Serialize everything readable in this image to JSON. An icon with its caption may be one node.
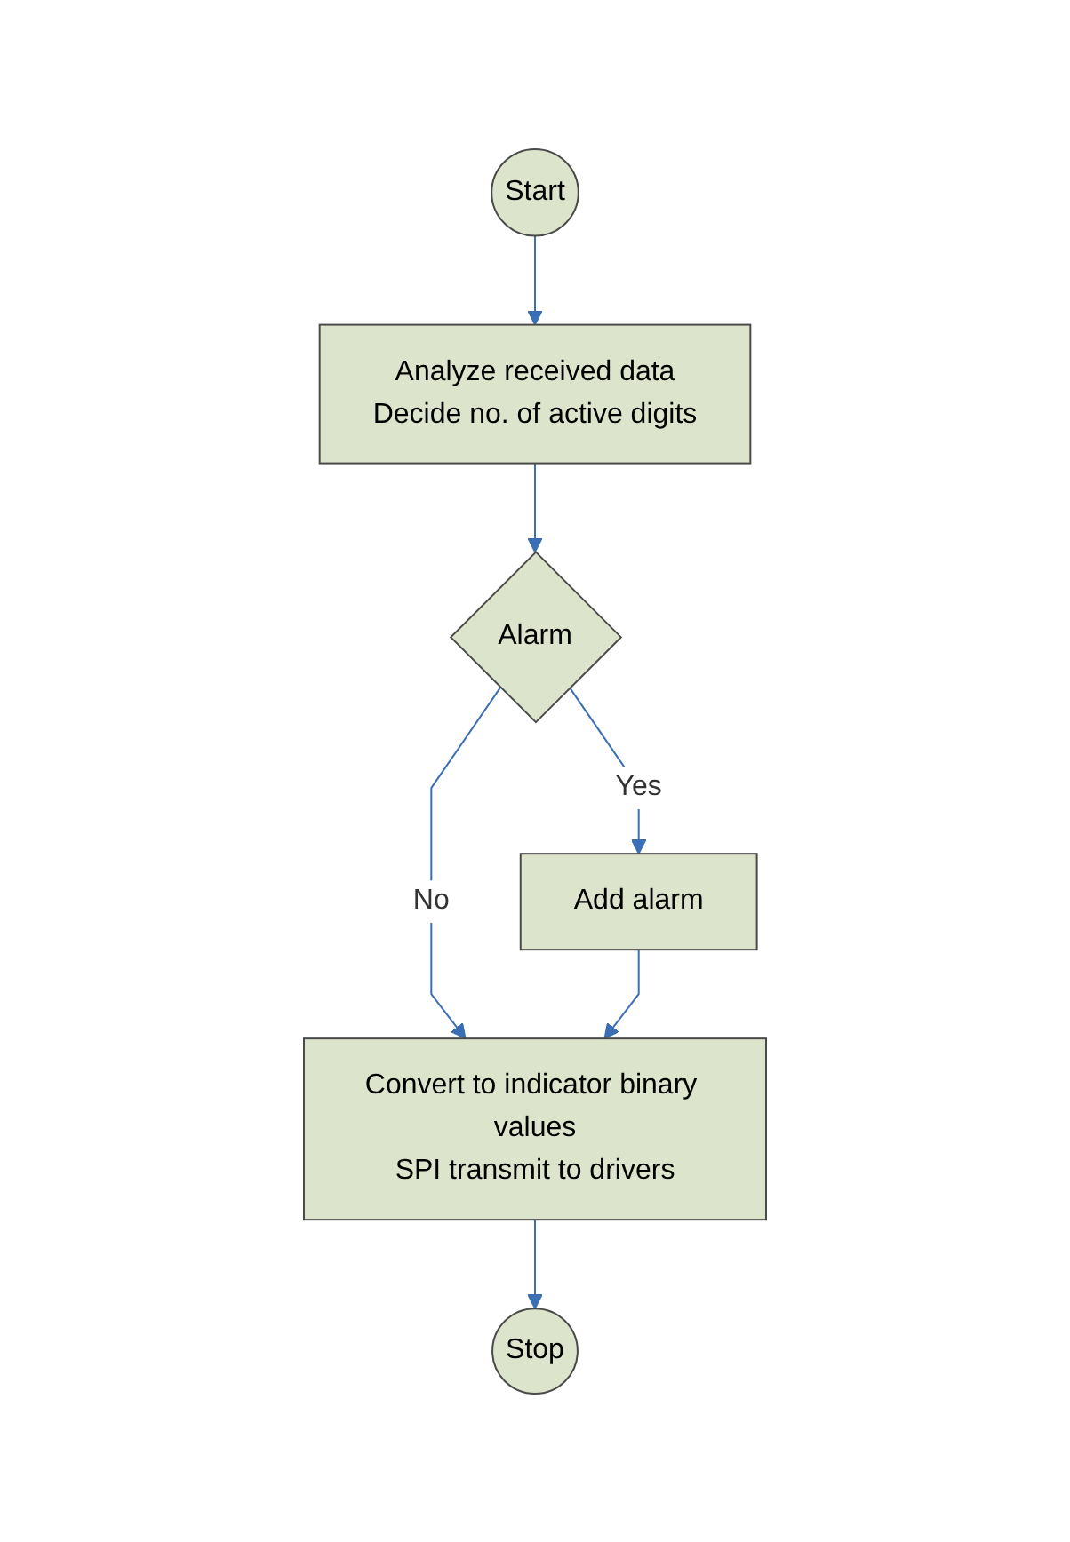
{
  "diagram": {
    "nodes": [
      {
        "text": [
          "Start"
        ]
      },
      {
        "text": [
          "Analyze received data",
          "Decide no. of active digits"
        ]
      },
      {
        "text": [
          "Alarm"
        ]
      },
      {
        "text": [
          "Add alarm"
        ]
      },
      {
        "text": [
          "Convert to indicator binary values",
          "SPI transmit to drivers"
        ]
      },
      {
        "text": [
          "Stop"
        ]
      }
    ],
    "edges": [
      {
        "from": 0,
        "to": 1,
        "arrow": "to"
      },
      {
        "from": 1,
        "to": 2,
        "arrow": "to"
      },
      {
        "from": 2,
        "to": 3,
        "arrow": "to",
        "label": "Yes"
      },
      {
        "from": 2,
        "to": 4,
        "arrow": "to",
        "label": "No"
      },
      {
        "from": 3,
        "to": 4,
        "arrow": "to"
      },
      {
        "from": 4,
        "to": 5,
        "arrow": "to"
      }
    ]
  }
}
